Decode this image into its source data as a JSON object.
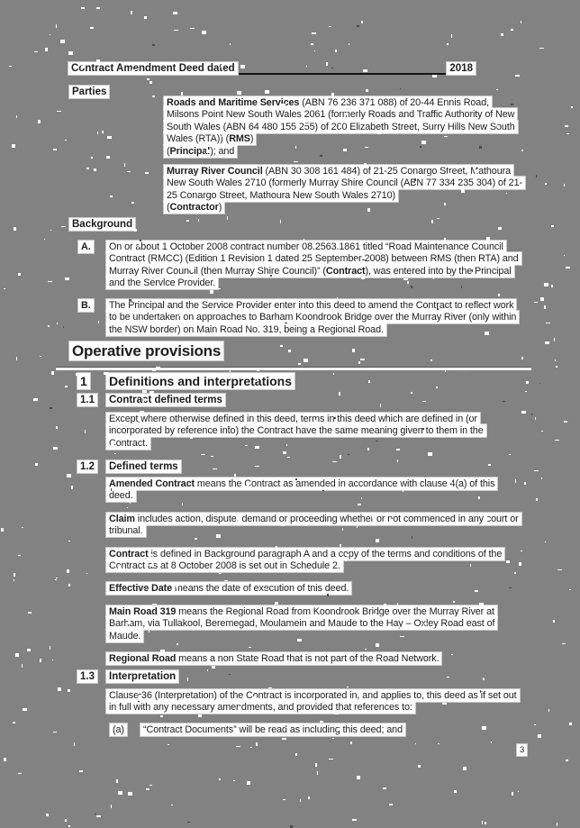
{
  "colors": {
    "page_bg": "#828282",
    "highlight": "#fdfdfd",
    "ink": "#1d1d1d"
  },
  "header": {
    "title": "Contract Amendment Deed dated",
    "year": "2018"
  },
  "parties": {
    "label": "Parties",
    "first": [
      {
        "b": true,
        "t": "Roads and Maritime Services"
      },
      {
        "t": " (ABN 76 236 371 088) of 20-44 Ennis Road, Milsons Point New South Wales 2061 (formerly Roads and Traffic Authority of New South Wales (ABN 64 480 155 255) of 260 Elizabeth Street, Surry Hills New South Wales (RTA)) ("
      },
      {
        "b": true,
        "t": "RMS"
      },
      {
        "t": ")"
      },
      {
        "br": true
      },
      {
        "t": "("
      },
      {
        "b": true,
        "t": "Principal"
      },
      {
        "t": "); and"
      }
    ],
    "second": [
      {
        "b": true,
        "t": "Murray River Council"
      },
      {
        "t": " (ABN 30 308 161 484) of 21-25 Conargo Street, Mathoura New South Wales 2710 (formerly Murray Shire Council (ABN 77 334 235 304) of 21-25 Conargo Street, Mathoura New South Wales 2710)"
      },
      {
        "br": true
      },
      {
        "t": "("
      },
      {
        "b": true,
        "t": "Contractor"
      },
      {
        "t": ")"
      }
    ]
  },
  "background": {
    "label": "Background",
    "a_marker": "A.",
    "a": [
      {
        "t": "On or about 1 October 2008 contract number 08.2563.1861 titled “Road Maintenance Council Contract (RMCC) (Edition 1 Revision 1 dated 25 September 2008) between RMS (then RTA) and Murray River Council (then Murray Shire Council)” ("
      },
      {
        "b": true,
        "t": "Contract"
      },
      {
        "t": "), was entered into by the Principal and the Service Provider."
      }
    ],
    "b_marker": "B.",
    "b": [
      {
        "t": "The Principal and the Service Provider enter into this deed to amend the Contract to reflect work to be undertaken on approaches to Barham Koondrook Bridge over the Murray River (only within the NSW border) on Main Road No. 319, being a Regional Road."
      }
    ]
  },
  "operative": {
    "heading": "Operative provisions"
  },
  "sections": {
    "s1": {
      "number": "1",
      "heading": "Definitions and interpretations"
    },
    "s1_1": {
      "number": "1.1",
      "heading": "Contract defined terms",
      "para": [
        {
          "t": "Except where otherwise defined in this deed, terms in this deed which are defined in (or incorporated by reference into) the Contract have the same meaning given to them in the Contract."
        }
      ]
    },
    "s1_2": {
      "number": "1.2",
      "heading": "Defined terms",
      "defs": [
        [
          {
            "b": true,
            "t": "Amended Contract"
          },
          {
            "t": " means the Contract as amended in accordance with clause 4(a) of this deed."
          }
        ],
        [
          {
            "b": true,
            "t": "Claim"
          },
          {
            "t": " includes action, dispute, demand or proceeding whether or not commenced in any court or tribunal."
          }
        ],
        [
          {
            "b": true,
            "t": "Contract"
          },
          {
            "t": " is defined in Background paragraph A and a copy of the terms and conditions of the Contract as at 8 October 2008 is set out in Schedule 2."
          }
        ],
        [
          {
            "b": true,
            "t": "Effective Date"
          },
          {
            "t": " means the date of execution of this deed."
          }
        ],
        [
          {
            "b": true,
            "t": "Main Road 319"
          },
          {
            "t": " means the Regional Road from Koondrook Bridge over the Murray River at Barham, via Tullakool, Beremegad, Moulamein and Maude to the Hay – Oxley Road east of Maude."
          }
        ],
        [
          {
            "b": true,
            "t": "Regional Road"
          },
          {
            "t": " means a non State Road that is not part of the Road Network."
          }
        ]
      ]
    },
    "s1_3": {
      "number": "1.3",
      "heading": "Interpretation",
      "para": [
        {
          "t": "Clause 36 (Interpretation) of the Contract is incorporated in, and applies to, this deed as if set out in full with any necessary amendments, and provided that references to:"
        }
      ],
      "a_marker": "(a)",
      "a_text": [
        {
          "t": "“Contract Documents” will be read as including this deed; and"
        }
      ]
    }
  },
  "footer": {
    "page_number": "3"
  }
}
